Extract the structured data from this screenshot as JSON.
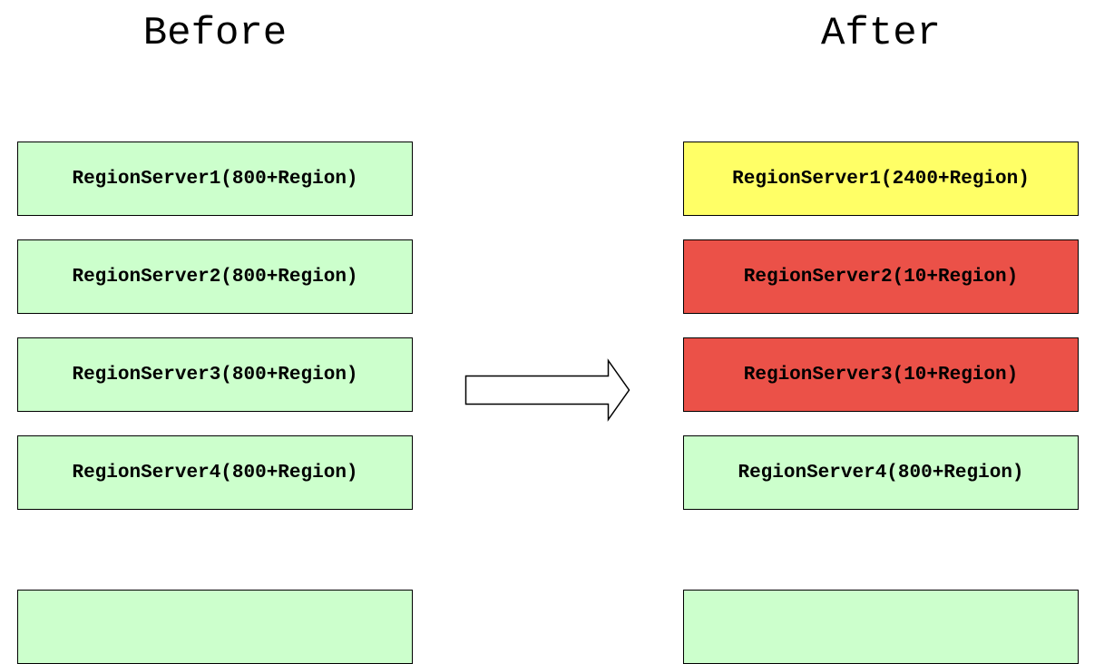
{
  "titles": {
    "before": "Before",
    "after": "After"
  },
  "before": {
    "servers": [
      {
        "label": "RegionServer1(800+Region)",
        "color": "#ccffcc"
      },
      {
        "label": "RegionServer2(800+Region)",
        "color": "#ccffcc"
      },
      {
        "label": "RegionServer3(800+Region)",
        "color": "#ccffcc"
      },
      {
        "label": "RegionServer4(800+Region)",
        "color": "#ccffcc"
      },
      {
        "label": "",
        "color": "#ccffcc"
      }
    ]
  },
  "after": {
    "servers": [
      {
        "label": "RegionServer1(2400+Region)",
        "color": "#ffff66"
      },
      {
        "label": "RegionServer2(10+Region)",
        "color": "#eb5148"
      },
      {
        "label": "RegionServer3(10+Region)",
        "color": "#eb5148"
      },
      {
        "label": "RegionServer4(800+Region)",
        "color": "#ccffcc"
      },
      {
        "label": "",
        "color": "#ccffcc"
      }
    ]
  },
  "arrow": {
    "icon": "right-arrow-icon",
    "fill": "#ffffff",
    "stroke": "#000000"
  }
}
